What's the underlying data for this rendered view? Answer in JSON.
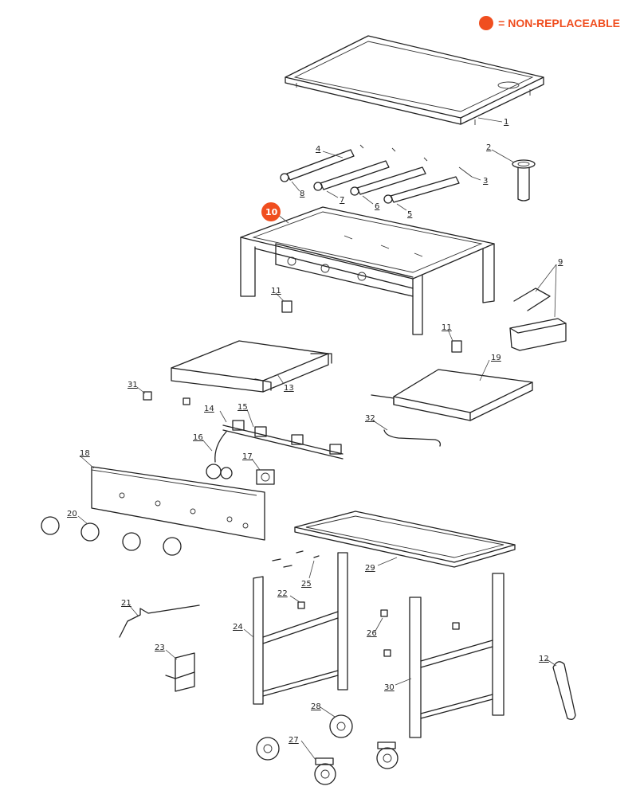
{
  "legend": {
    "text": "= NON-REPLACEABLE",
    "color": "#f04e1f"
  },
  "labels": {
    "p1": "1",
    "p2": "2",
    "p3": "3",
    "p4": "4",
    "p5": "5",
    "p6": "6",
    "p7": "7",
    "p8": "8",
    "p9": "9",
    "p10": "10",
    "p11a": "11",
    "p11b": "11",
    "p12": "12",
    "p13": "13",
    "p14": "14",
    "p15": "15",
    "p16": "16",
    "p17": "17",
    "p18": "18",
    "p19": "19",
    "p20": "20",
    "p21": "21",
    "p22": "22",
    "p23": "23",
    "p24": "24",
    "p25": "25",
    "p26": "26",
    "p27": "27",
    "p28": "28",
    "p29": "29",
    "p30": "30",
    "p31": "31",
    "p32": "32"
  }
}
